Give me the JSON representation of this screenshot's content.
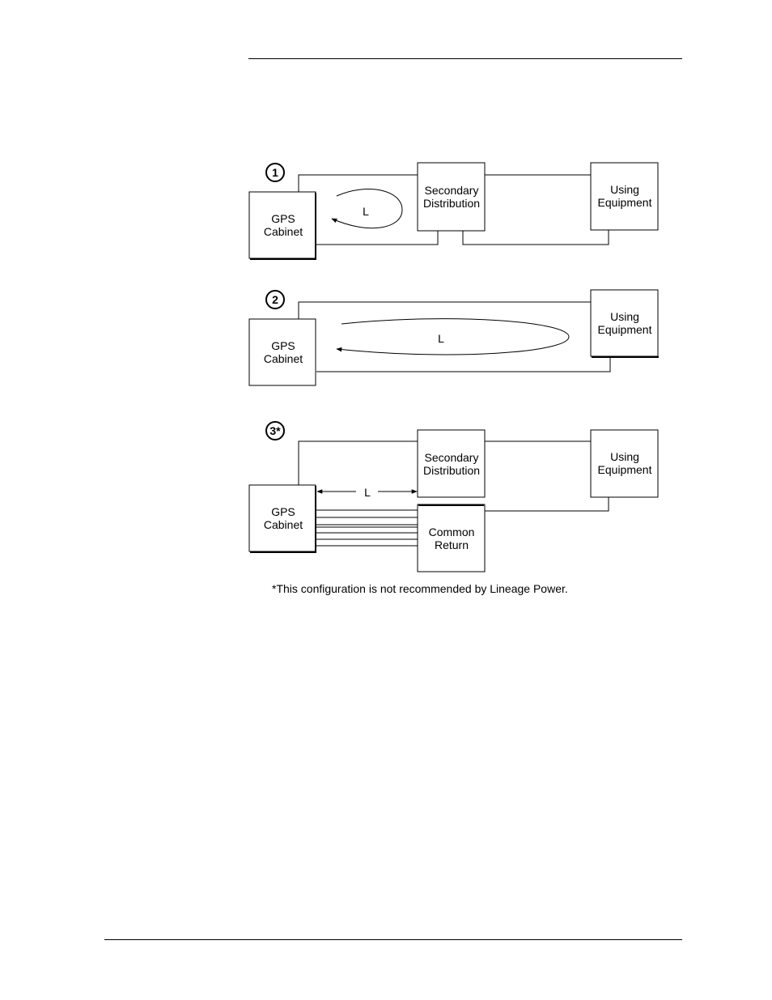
{
  "diagrams": [
    {
      "badge": "1",
      "gps": [
        "GPS",
        "Cabinet"
      ],
      "secondary": [
        "Secondary",
        "Distribution"
      ],
      "using": [
        "Using",
        "Equipment"
      ],
      "loop_label": "L"
    },
    {
      "badge": "2",
      "gps": [
        "GPS",
        "Cabinet"
      ],
      "using": [
        "Using",
        "Equipment"
      ],
      "loop_label": "L"
    },
    {
      "badge": "3*",
      "gps": [
        "GPS",
        "Cabinet"
      ],
      "secondary": [
        "Secondary",
        "Distribution"
      ],
      "using": [
        "Using",
        "Equipment"
      ],
      "common": [
        "Common",
        "Return"
      ],
      "distance_label": "L"
    }
  ],
  "footnote": "*This configuration is not recommended by Lineage Power."
}
